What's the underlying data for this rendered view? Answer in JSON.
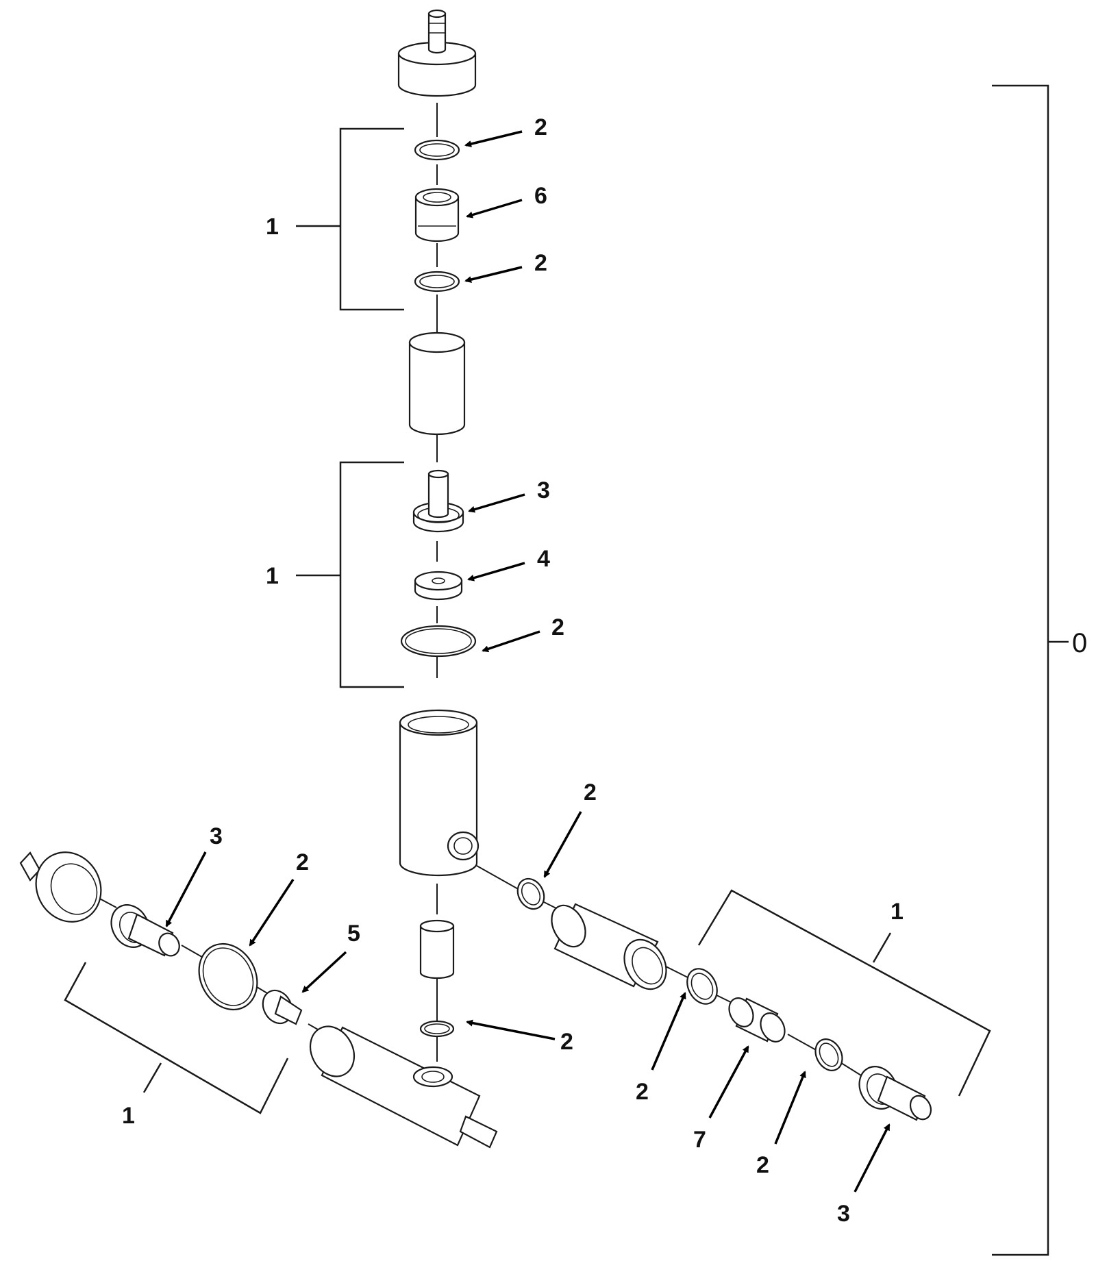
{
  "diagram": {
    "callouts": {
      "top_oring_upper": "2",
      "top_bushing": "6",
      "top_oring_lower": "2",
      "top_group": "1",
      "mid_fitting": "3",
      "mid_washer": "4",
      "mid_oring": "2",
      "mid_group": "1",
      "right_oring_upper": "2",
      "left_fitting": "3",
      "left_oring": "2",
      "left_nozzle": "5",
      "left_group": "1",
      "bottom_oring": "2",
      "right_group": "1",
      "right_oring_a": "2",
      "right_bushing": "7",
      "right_oring_b": "2",
      "right_fitting": "3",
      "assembly": "0"
    }
  }
}
